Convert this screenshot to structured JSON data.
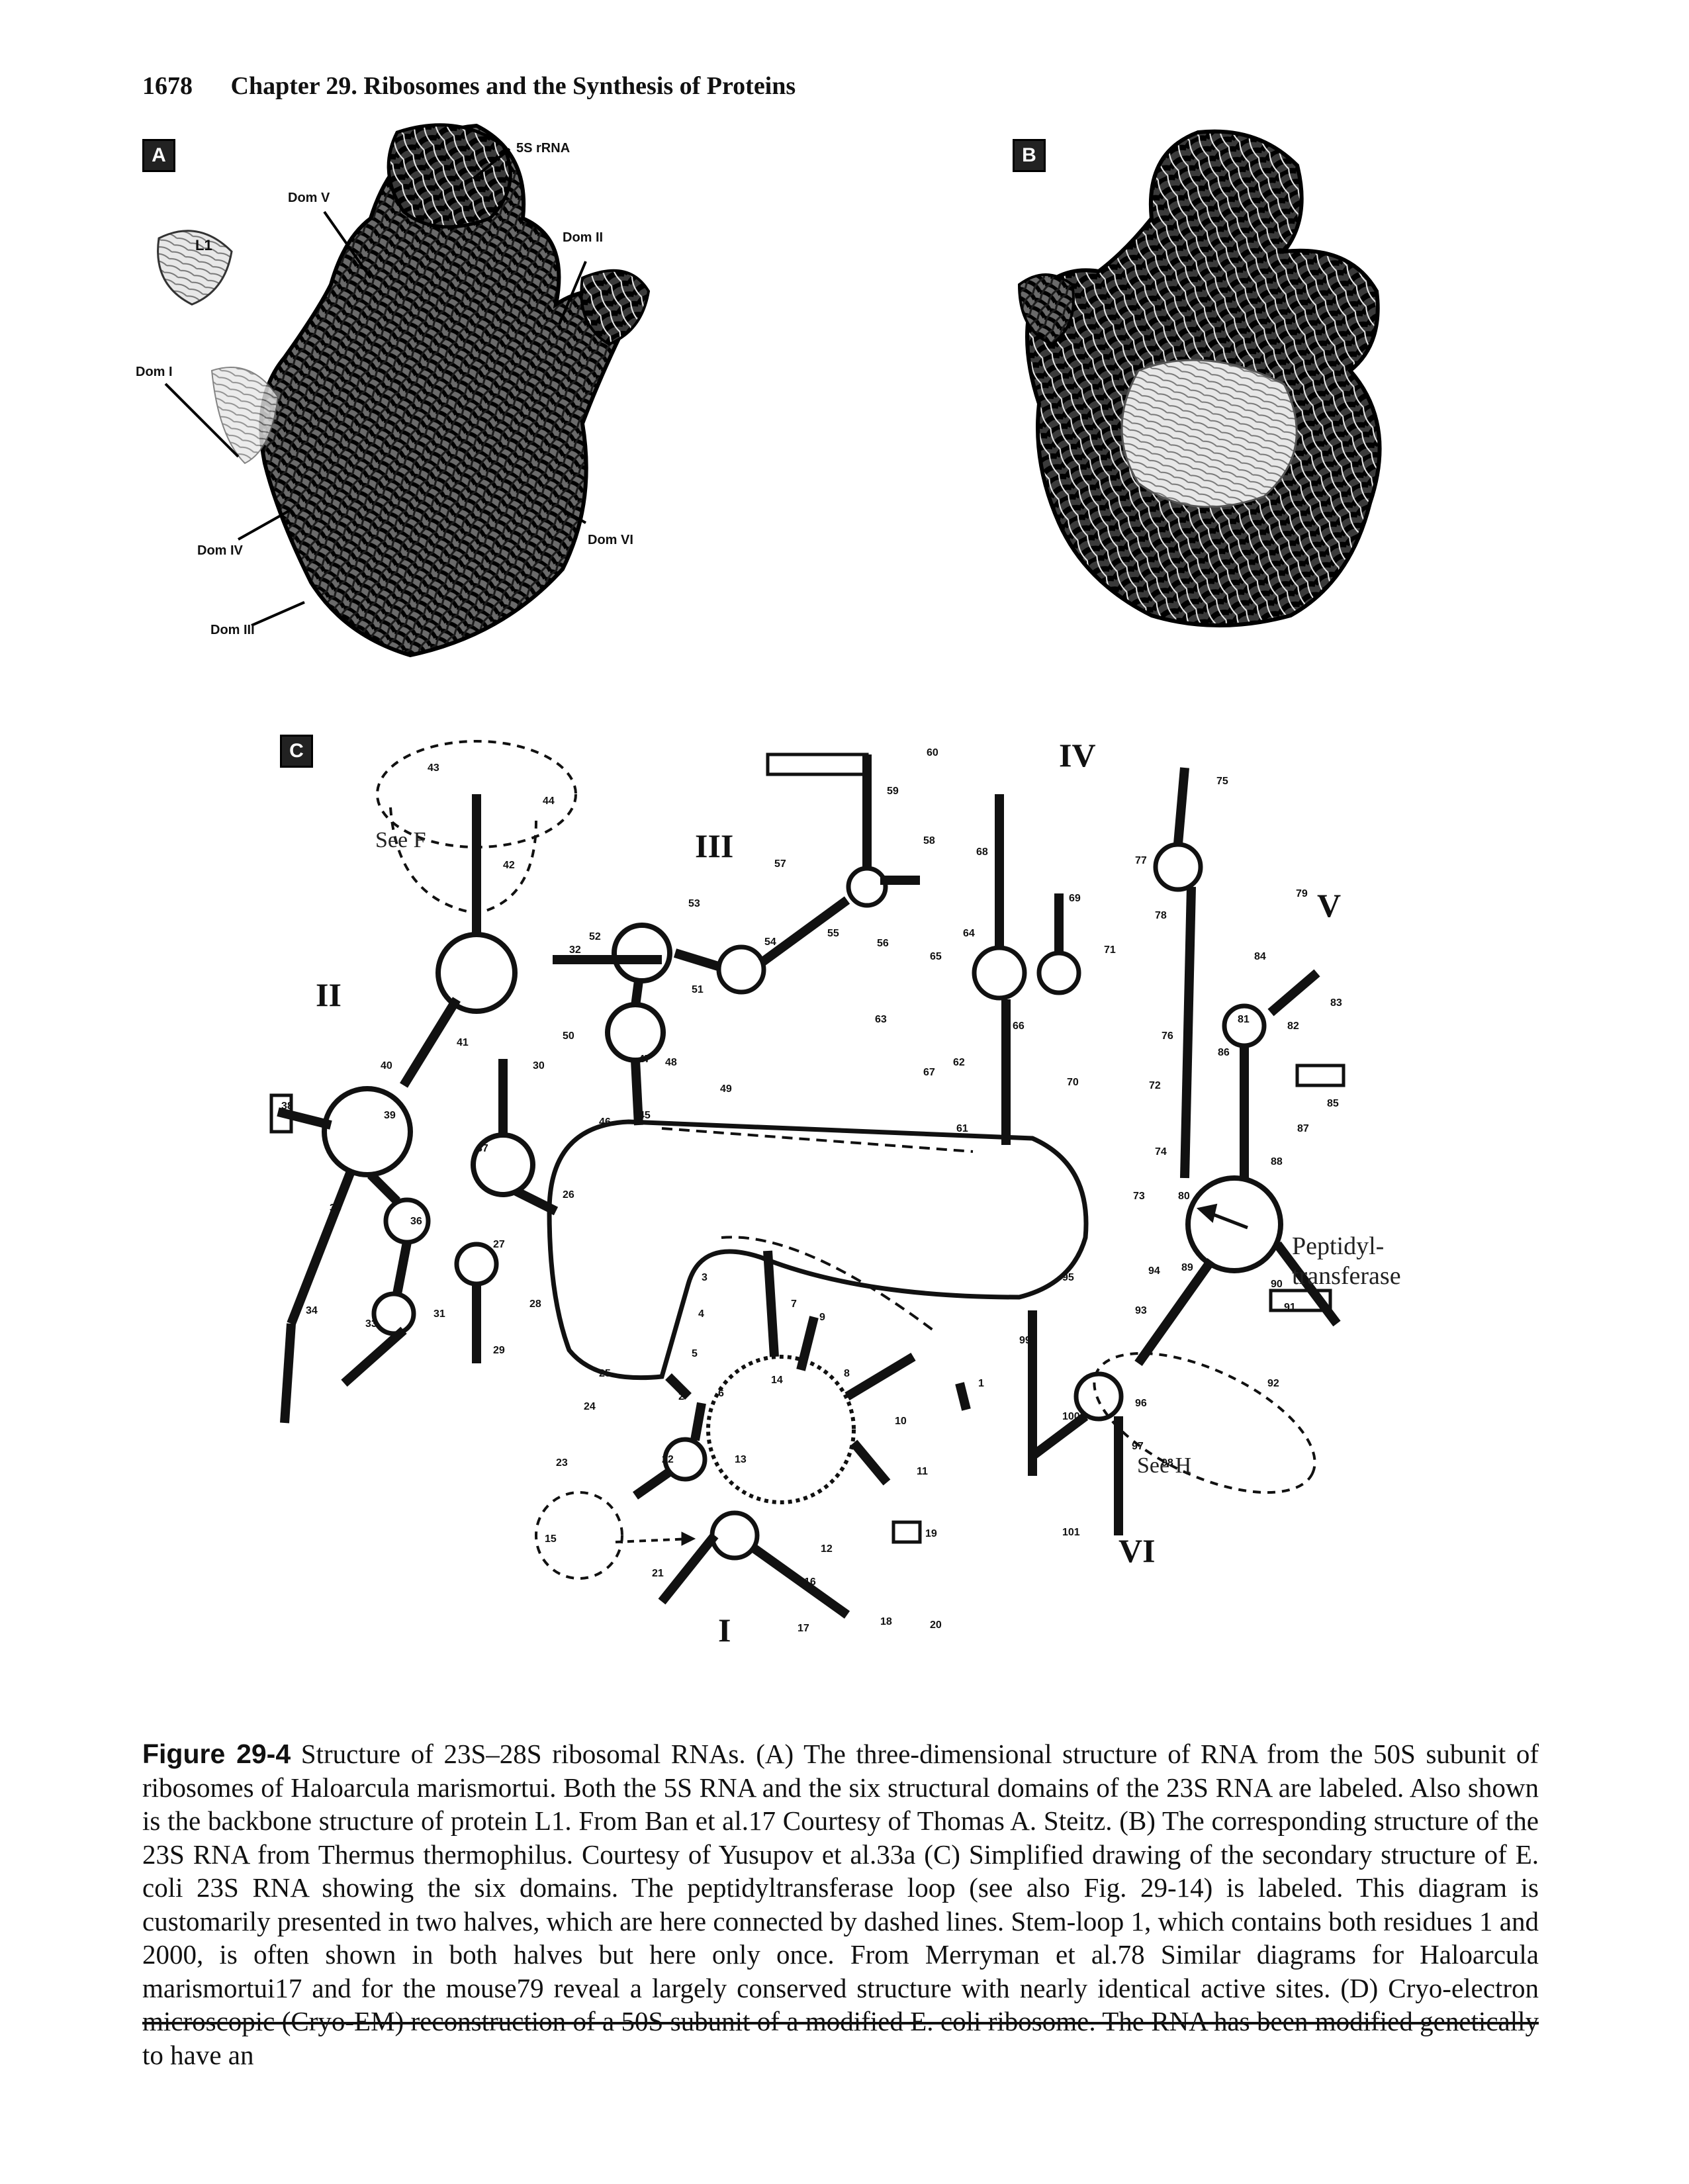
{
  "header": {
    "page_number": "1678",
    "chapter_title": "Chapter 29. Ribosomes and the Synthesis of Proteins"
  },
  "panels": {
    "A": {
      "tag": "A",
      "labels": {
        "rrna5s": "5S rRNA",
        "dom_v": "Dom V",
        "dom_ii": "Dom II",
        "l1": "L1",
        "dom_i": "Dom I",
        "dom_iv": "Dom IV",
        "dom_vi": "Dom VI",
        "dom_iii": "Dom III"
      }
    },
    "B": {
      "tag": "B"
    },
    "C": {
      "tag": "C",
      "domains": {
        "I": "I",
        "II": "II",
        "III": "III",
        "IV": "IV",
        "V": "V",
        "VI": "VI"
      },
      "callouts": {
        "see_f": "See F",
        "see_h": "See H",
        "peptidyl": "Peptidyl-",
        "transferase": "transferase"
      },
      "numbers": [
        "43",
        "44",
        "42",
        "32",
        "41",
        "40",
        "39",
        "38",
        "36",
        "35",
        "34",
        "33",
        "31",
        "30",
        "37",
        "28",
        "27",
        "26",
        "29",
        "25",
        "24",
        "23",
        "22",
        "21",
        "20",
        "19",
        "18",
        "17",
        "16",
        "15",
        "14",
        "13",
        "12",
        "11",
        "10",
        "9",
        "8",
        "7",
        "6",
        "5",
        "4",
        "3",
        "2",
        "1",
        "45",
        "46",
        "47",
        "48",
        "49",
        "50",
        "51",
        "52",
        "53",
        "54",
        "55",
        "56",
        "57",
        "58",
        "59",
        "60",
        "61",
        "62",
        "63",
        "64",
        "65",
        "66",
        "67",
        "68",
        "69",
        "70",
        "71",
        "72",
        "73",
        "74",
        "75",
        "76",
        "77",
        "78",
        "79",
        "80",
        "81",
        "82",
        "83",
        "84",
        "85",
        "86",
        "87",
        "88",
        "89",
        "90",
        "91",
        "92",
        "93",
        "94",
        "95",
        "96",
        "97",
        "98",
        "99",
        "100",
        "101"
      ]
    }
  },
  "caption": {
    "lead": "Figure 29-4",
    "text": "Structure of 23S–28S ribosomal RNAs. (A) The three-dimensional structure of RNA from the 50S subunit of ribosomes of Haloarcula marismortui. Both the 5S RNA and the six structural domains of the 23S RNA are labeled. Also shown is the backbone structure of protein L1. From Ban et al.17 Courtesy of Thomas A. Steitz. (B) The corresponding structure of the 23S RNA from Thermus thermophilus. Courtesy of Yusupov et al.33a (C) Simplified drawing of the secondary structure of E. coli 23S RNA showing the six domains. The peptidyltransferase loop (see also Fig. 29-14) is labeled. This diagram is customarily presented in two halves, which are here connected by dashed lines. Stem-loop 1, which contains both residues 1 and 2000, is often shown in both halves but here only once. From Merryman et al.78 Similar diagrams for Haloarcula marismortui17 and for the mouse79 reveal a largely conserved structure with nearly identical active sites. (D) Cryo-electron microscopic (Cryo-EM) reconstruction of a 50S subunit of a modified E. coli ribosome. The RNA has been modified genetically to have an"
  }
}
